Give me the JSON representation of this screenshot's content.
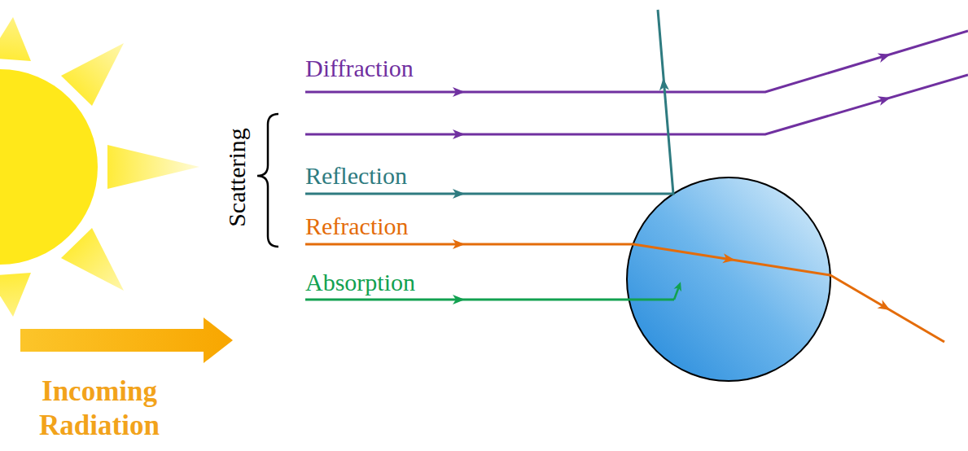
{
  "diagram": {
    "labels": [
      "Diffraction",
      "Scattering",
      "Reflection",
      "Refraction",
      "Absorption",
      "Incoming Radiation"
    ]
  }
}
